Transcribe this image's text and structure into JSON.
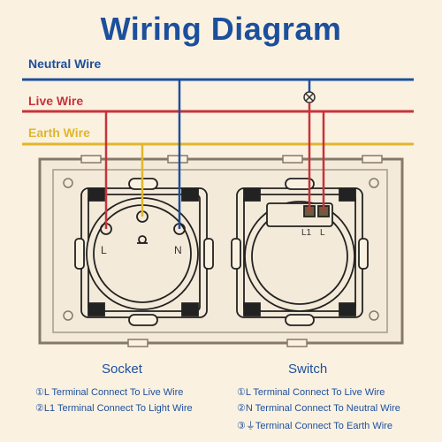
{
  "title": "Wiring Diagram",
  "wires": {
    "neutral": {
      "label": "Neutral Wire",
      "color": "#1c4f9c"
    },
    "live": {
      "label": "Live Wire",
      "color": "#c7333a"
    },
    "earth": {
      "label": "Earth Wire",
      "color": "#e0b72a"
    }
  },
  "socket": {
    "title": "Socket",
    "terminal_left": "L",
    "terminal_right": "N",
    "notes": [
      "①L Terminal Connect To Live Wire",
      "②L1 Terminal Connect To Light Wire"
    ]
  },
  "switch": {
    "title": "Switch",
    "terminal_l1": "L1",
    "terminal_l": "L",
    "notes": [
      "①L Terminal Connect To Live Wire",
      "②N Terminal Connect To Neutral Wire",
      "③⏚Terminal Connect To Earth Wire"
    ]
  },
  "colors": {
    "frame": "#86796b",
    "panel": "#f4ead9",
    "accent": "#1c4f9c"
  }
}
